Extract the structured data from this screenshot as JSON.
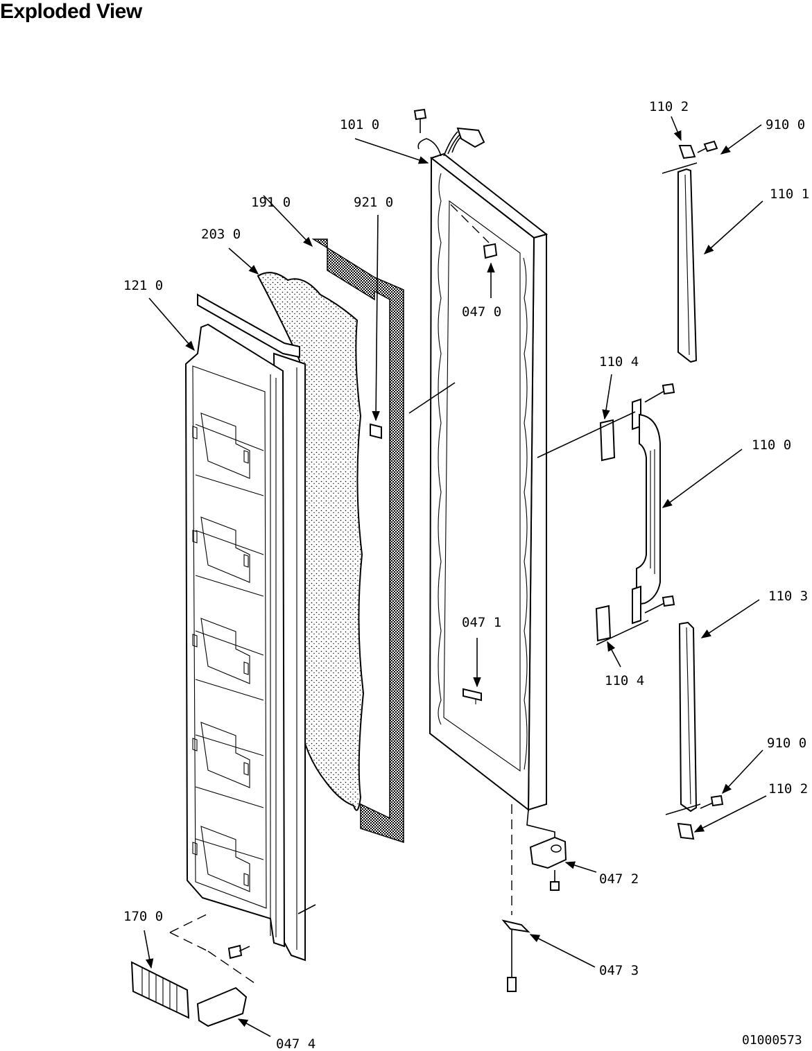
{
  "title": "Exploded View",
  "drawing_number": "01000573",
  "callouts": {
    "c_101_0": "101 0",
    "c_110_2a": "110 2",
    "c_910_0a": "910 0",
    "c_110_1": "110 1",
    "c_191_0": "191 0",
    "c_921_0": "921 0",
    "c_203_0": "203 0",
    "c_121_0": "121 0",
    "c_047_0": "047 0",
    "c_110_4a": "110 4",
    "c_110_0": "110 0",
    "c_110_3": "110 3",
    "c_047_1": "047 1",
    "c_110_4b": "110 4",
    "c_910_0b": "910 0",
    "c_110_2b": "110 2",
    "c_047_2": "047 2",
    "c_170_0": "170 0",
    "c_047_3": "047 3",
    "c_047_4": "047 4"
  }
}
